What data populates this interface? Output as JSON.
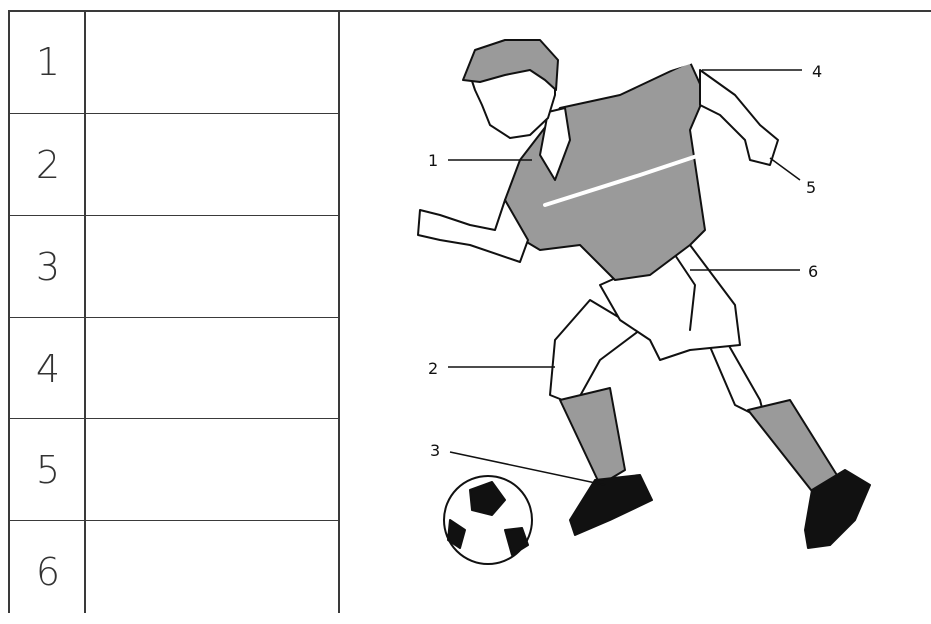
{
  "table": {
    "rows": [
      {
        "number": "1",
        "answer": ""
      },
      {
        "number": "2",
        "answer": ""
      },
      {
        "number": "3",
        "answer": ""
      },
      {
        "number": "4",
        "answer": ""
      },
      {
        "number": "5",
        "answer": ""
      },
      {
        "number": "6",
        "answer": ""
      }
    ]
  },
  "figure": {
    "callouts": [
      "1",
      "2",
      "3",
      "4",
      "5",
      "6"
    ]
  }
}
